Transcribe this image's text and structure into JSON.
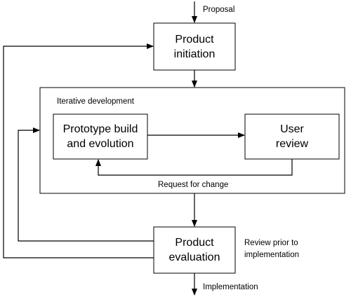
{
  "nodes": {
    "product_initiation": {
      "line1": "Product",
      "line2": "initiation"
    },
    "prototype": {
      "line1": "Prototype build",
      "line2": "and evolution"
    },
    "user_review": {
      "line1": "User",
      "line2": "review"
    },
    "product_evaluation": {
      "line1": "Product",
      "line2": "evaluation"
    }
  },
  "group": {
    "label": "Iterative development"
  },
  "edges": {
    "proposal": "Proposal",
    "request_for_change": "Request for change",
    "review_prior": {
      "line1": "Review prior to",
      "line2": "implementation"
    },
    "implementation": "Implementation"
  },
  "colors": {
    "stroke": "#000000",
    "fill": "#ffffff"
  }
}
